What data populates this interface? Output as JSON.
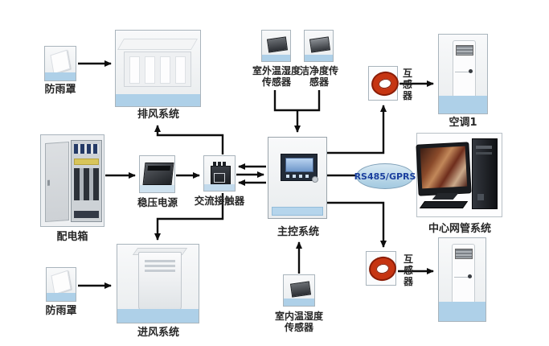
{
  "diagram": {
    "type": "machine-room environment monitoring system topology",
    "bus": {
      "label": "RS485/GPRS"
    },
    "colors": {
      "line": "#0d0d0d",
      "photo_blue": "#aed0e8",
      "bus_fill": "#bcd8ea",
      "bus_text": "#1b3f9e",
      "coil_red": "#c63512",
      "label_text": "#272727"
    },
    "nodes": {
      "rain_cover_top": {
        "label": "防雨罩"
      },
      "exhaust_system": {
        "label": "排风系统"
      },
      "outdoor_sensor": {
        "label": "室外温湿度\n传感器"
      },
      "cleanliness_sensor": {
        "label": "洁净度传\n感器"
      },
      "ct_top": {
        "label": "互\n感\n器"
      },
      "air_conditioner_1": {
        "label": "空调1"
      },
      "distribution_box": {
        "label": "配电箱"
      },
      "voltage_stabilizer": {
        "label": "稳压电源"
      },
      "ac_contactor": {
        "label": "交流接触器"
      },
      "main_control": {
        "label": "主控系统"
      },
      "network_center": {
        "label": "中心网管系统"
      },
      "rain_cover_bottom": {
        "label": "防雨罩"
      },
      "intake_system": {
        "label": "进风系统"
      },
      "indoor_sensor": {
        "label": "室内温湿度\n传感器"
      },
      "ct_bottom": {
        "label": "互\n感\n器"
      }
    },
    "edges": [
      "rain_cover_top -> exhaust_system",
      "distribution_box -> voltage_stabilizer",
      "voltage_stabilizer -> ac_contactor",
      "ac_contactor -> exhaust_system",
      "ac_contactor <-> main_control (3 lines)",
      "ac_contactor -> intake_system",
      "rain_cover_bottom -> intake_system",
      "outdoor_sensor & cleanliness_sensor -> main_control",
      "indoor_sensor -> main_control",
      "main_control -> ct_top -> air_conditioner_1",
      "main_control -> RS485/GPRS -> network_center",
      "main_control -> ct_bottom -> air_conditioner_2"
    ]
  }
}
